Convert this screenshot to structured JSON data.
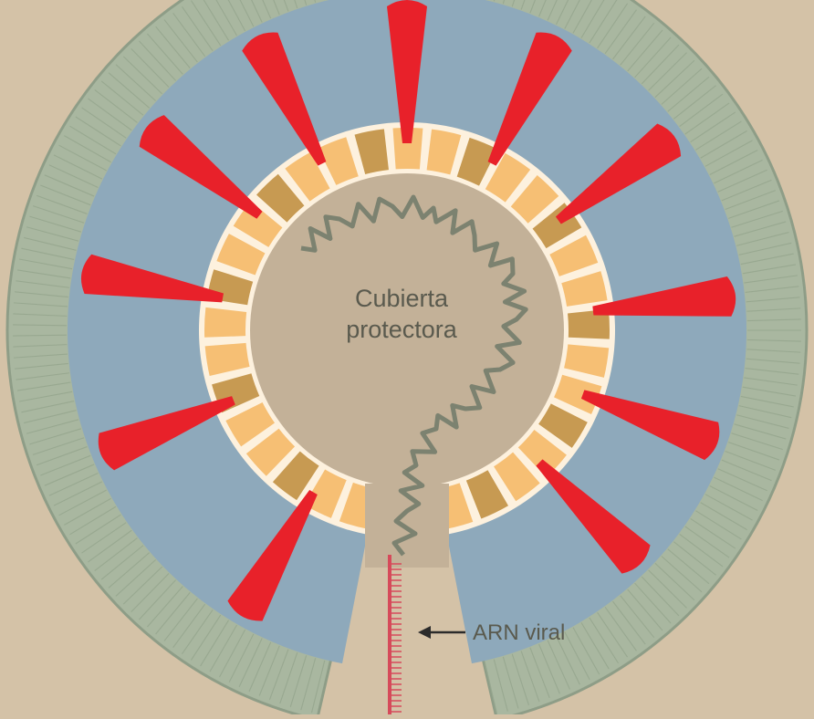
{
  "labels": {
    "cubierta_line1": "Cubierta",
    "cubierta_line2": "protectora",
    "arn": "ARN viral"
  },
  "colors": {
    "background": "#d4c2a7",
    "outer_membrane": "#a9b7a0",
    "outer_membrane_stroke": "#8e9d87",
    "cytoplasm": "#8ea9bb",
    "capsid_light": "#f6bf74",
    "capsid_dark": "#c79a52",
    "capsid_gap": "#fdf1de",
    "inner": "#c3b198",
    "spike": "#e8212a",
    "rna_coil": "#7c8270",
    "rna_strand": "#d64a5a",
    "text": "#5a5a4e"
  },
  "icons": [
    "arrow-left-icon"
  ]
}
